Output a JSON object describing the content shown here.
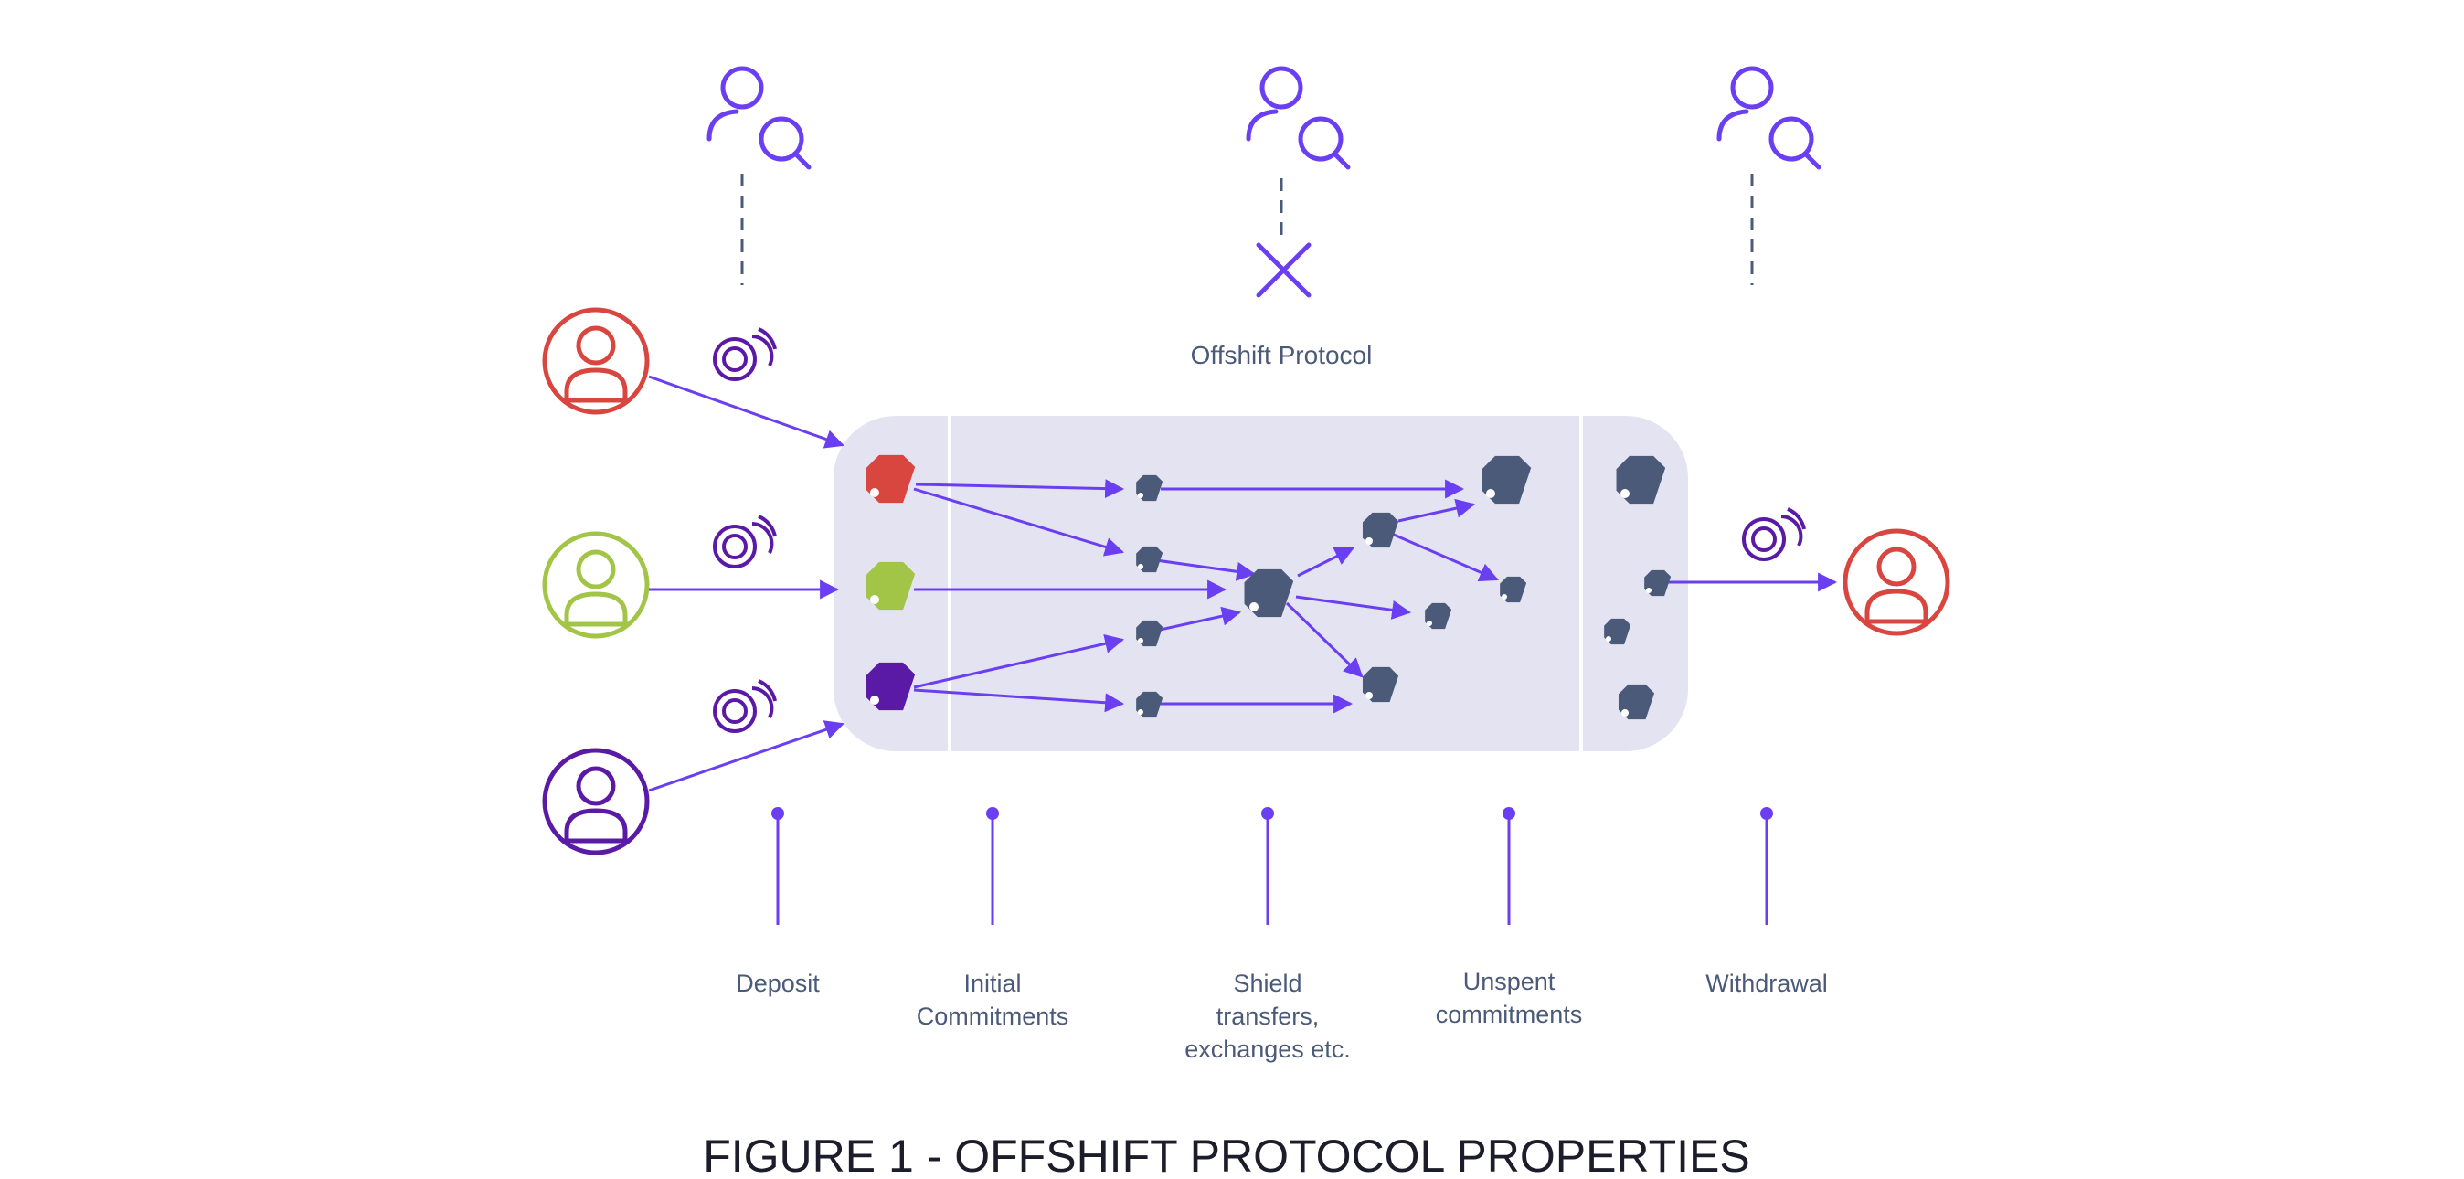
{
  "protocol_label": "Offshift Protocol",
  "stages": {
    "deposit": "Deposit",
    "initial": [
      "Initial",
      "Commitments"
    ],
    "shield": [
      "Shield",
      "transfers,",
      "exchanges etc."
    ],
    "unspent": [
      "Unspent",
      "commitments"
    ],
    "withdrawal": "Withdrawal"
  },
  "caption": "FIGURE 1 - OFFSHIFT PROTOCOL PROPERTIES",
  "colors": {
    "accent": "#6a3ff2",
    "user_red": "#d9453f",
    "user_green": "#a2c548",
    "user_purple": "#5a1aa6",
    "token_dark": "#4b5a78",
    "panel": "#e4e3f2",
    "text": "#4b5a78"
  },
  "icons": {
    "observer": "user-search-icon",
    "blocked": "cross-icon",
    "coin": "coin-icon",
    "user": "user-icon",
    "token": "tag-icon"
  }
}
